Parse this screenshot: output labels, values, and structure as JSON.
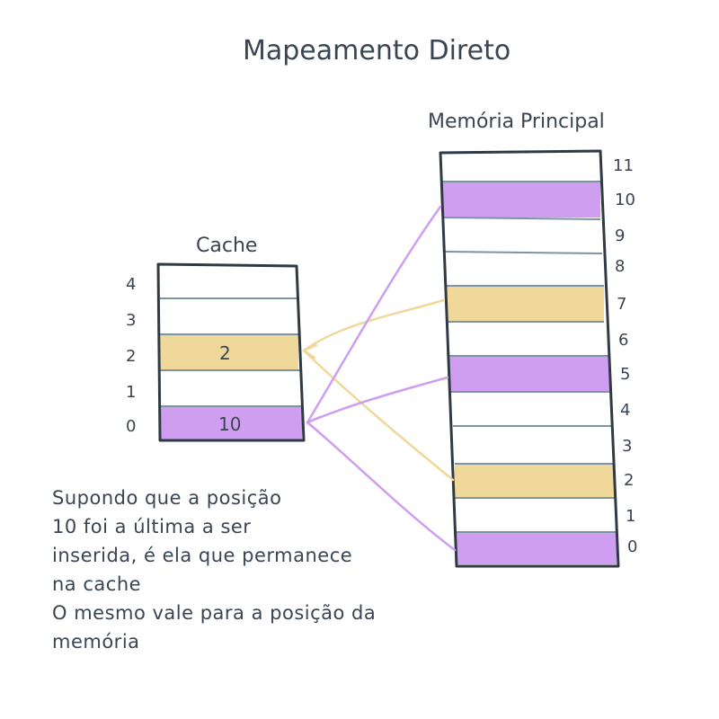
{
  "title": "Mapeamento Direto",
  "cache": {
    "label": "Cache",
    "indices": [
      "0",
      "1",
      "2",
      "3",
      "4"
    ],
    "cells": [
      "10",
      "",
      "2",
      "",
      ""
    ]
  },
  "memory": {
    "label": "Memória Principal",
    "indices": [
      "0",
      "1",
      "2",
      "3",
      "4",
      "5",
      "6",
      "7",
      "8",
      "9",
      "10",
      "11"
    ]
  },
  "colors": {
    "purple": "#cf9ef0",
    "yellow": "#efd89a",
    "outline": "#2f3a45",
    "divider": "#7d93a6"
  },
  "highlighted_memory": {
    "purple": [
      "0",
      "5",
      "10"
    ],
    "yellow": [
      "2",
      "7"
    ]
  },
  "note": [
    "Supondo que a posição",
    "10 foi a última a ser",
    "inserida, é ela que permanece",
    "na cache",
    "O mesmo vale para a posição da",
    "memória"
  ]
}
